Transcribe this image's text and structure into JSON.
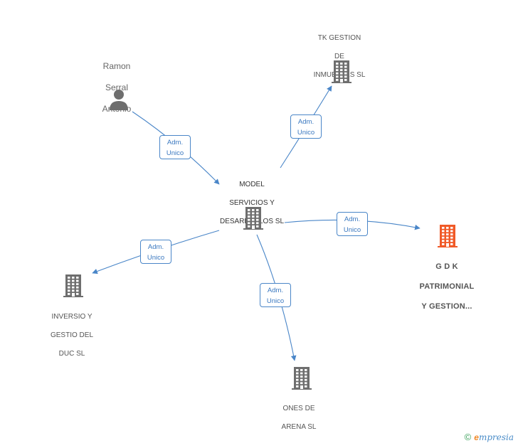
{
  "colors": {
    "edge": "#4a86c8",
    "building": "#6e6e6e",
    "building_highlight": "#f05a28",
    "person": "#6e6e6e"
  },
  "nodes": {
    "ramon": {
      "lines": [
        "Ramon",
        "Serral",
        "Antonio"
      ],
      "icon": "person-icon"
    },
    "tk": {
      "lines": [
        "TK GESTION",
        "DE",
        "INMUEBLES SL"
      ],
      "icon": "building-icon"
    },
    "model": {
      "lines": [
        "MODEL",
        "SERVICIOS Y",
        "DESARROLLOS SL"
      ],
      "icon": "building-icon"
    },
    "gdk": {
      "lines": [
        "G D K",
        "PATRIMONIAL",
        "Y GESTION..."
      ],
      "icon": "building-icon"
    },
    "inversio": {
      "lines": [
        "INVERSIO Y",
        "GESTIO DEL",
        "DUC SL"
      ],
      "icon": "building-icon"
    },
    "ones": {
      "lines": [
        "ONES DE",
        "ARENA SL"
      ],
      "icon": "building-icon"
    }
  },
  "edges": [
    {
      "from": "ramon",
      "to": "model",
      "label": [
        "Adm.",
        "Unico"
      ]
    },
    {
      "from": "model",
      "to": "tk",
      "label": [
        "Adm.",
        "Unico"
      ]
    },
    {
      "from": "model",
      "to": "gdk",
      "label": [
        "Adm.",
        "Unico"
      ]
    },
    {
      "from": "model",
      "to": "inversio",
      "label": [
        "Adm.",
        "Unico"
      ]
    },
    {
      "from": "model",
      "to": "ones",
      "label": [
        "Adm.",
        "Unico"
      ]
    }
  ],
  "footer": {
    "copyright": "©",
    "brand_initial": "e",
    "brand_rest": "mpresia"
  }
}
